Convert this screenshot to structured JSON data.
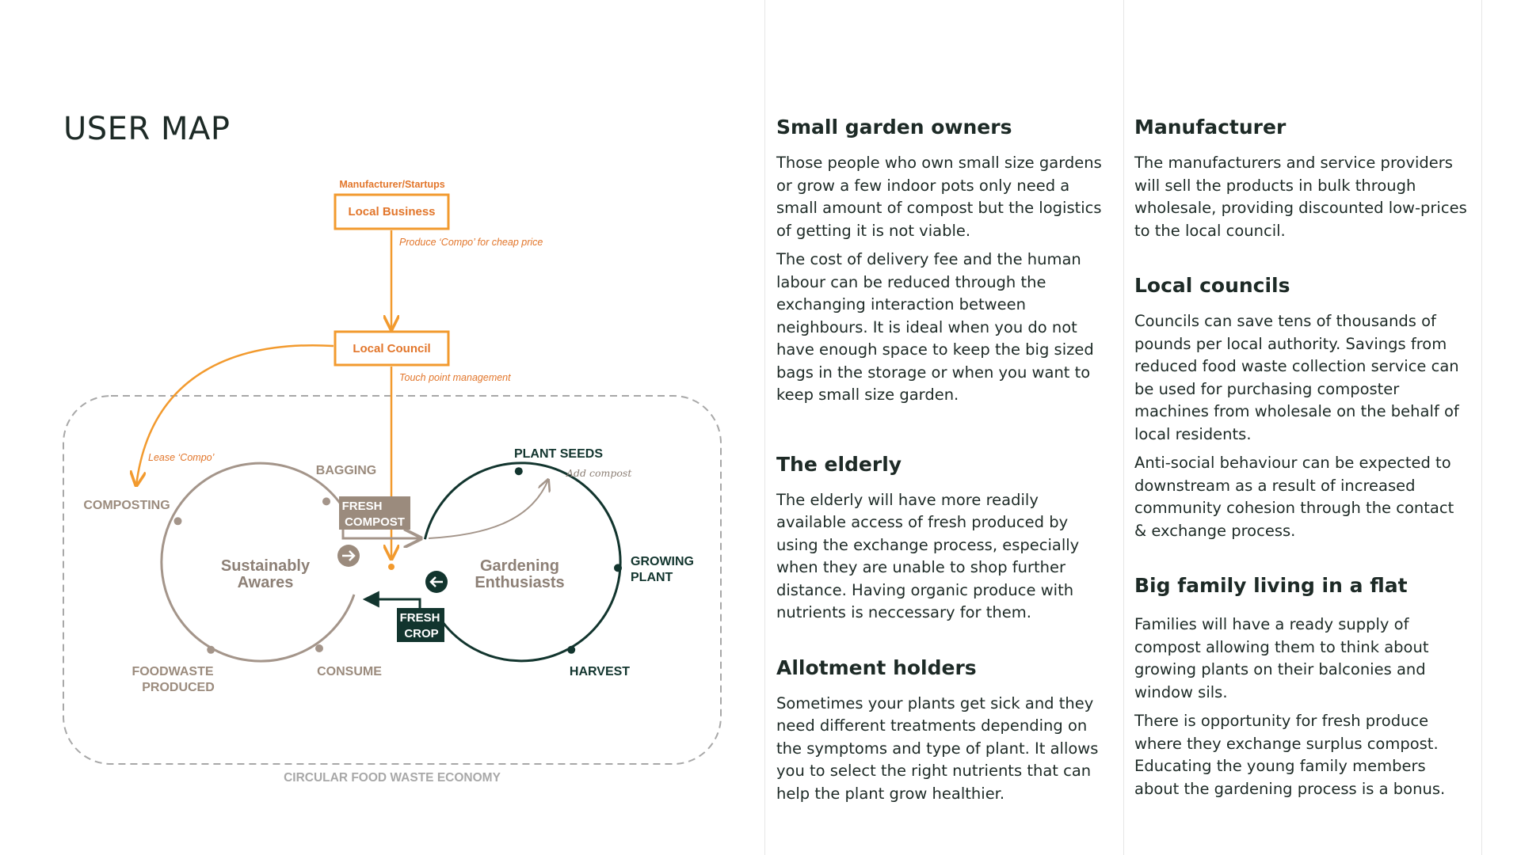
{
  "page": {
    "title": "USER MAP"
  },
  "diagram": {
    "top_label": "Manufacturer/Startups",
    "local_business": "Local Business",
    "produce_note": "Produce ‘Compo’ for cheap price",
    "local_council": "Local Council",
    "touchpoint_note": "Touch point management",
    "lease_note": "Lease ‘Compo’",
    "add_compost_note": "Add compost",
    "left_cycle": {
      "center_line1": "Sustainably",
      "center_line2": "Awares",
      "bagging": "BAGGING",
      "composting": "COMPOSTING",
      "foodwaste_line1": "FOODWASTE",
      "foodwaste_line2": "PRODUCED",
      "consume": "CONSUME"
    },
    "right_cycle": {
      "center_line1": "Gardening",
      "center_line2": "Enthusiasts",
      "plant_seeds": "PLANT SEEDS",
      "growing_line1": "GROWING",
      "growing_line2": "PLANT",
      "harvest": "HARVEST"
    },
    "fresh_compost_line1": "FRESH",
    "fresh_compost_line2": "COMPOST",
    "fresh_crop_line1": "FRESH",
    "fresh_crop_line2": "CROP",
    "economy_label": "CIRCULAR FOOD WASTE ECONOMY",
    "colors": {
      "orange": "#f29a2e",
      "orange_text": "#e2762b",
      "brown": "#9b8b7d",
      "green": "#12352e",
      "dash": "#a8a8a8"
    }
  },
  "middle_column": [
    {
      "heading": "Small garden owners",
      "paragraphs": [
        "Those people who own small size gardens or grow a few indoor pots only need a small amount of compost but the logistics of getting it is not viable.",
        "The cost of delivery fee and the human labour can be reduced through the exchanging interaction between neighbours. It is ideal when you do not have enough space to keep the big sized bags in the storage or when you want to keep small size garden."
      ]
    },
    {
      "heading": "The elderly",
      "paragraphs": [
        "The elderly will have more readily available access of fresh produced by using the exchange process, especially when they are unable to shop further distance. Having organic produce with nutrients is neccessary for them."
      ]
    },
    {
      "heading": "Allotment holders",
      "paragraphs": [
        "Sometimes your plants get sick and they need different treatments depending on the symptoms and type of plant. It allows you to select the right nutrients that can help the plant grow healthier."
      ]
    }
  ],
  "right_column": [
    {
      "heading": "Manufacturer",
      "paragraphs": [
        "The manufacturers and service providers will sell the products in bulk through wholesale, providing discounted low-prices to the local council."
      ]
    },
    {
      "heading": "Local councils",
      "paragraphs": [
        "Councils can save tens of thousands of pounds per local authority. Savings from reduced food waste collection service can be used for purchasing composter machines from wholesale on the behalf of local residents.",
        "Anti-social behaviour can be expected to downstream as a result of increased community cohesion through the contact & exchange process."
      ]
    },
    {
      "heading": "Big family living in a flat",
      "paragraphs": [
        "Families will have a ready supply of compost allowing them to think about growing plants on their balconies and window sils.",
        "There is opportunity for fresh produce where they exchange surplus compost. Educating the young family members about the gardening process is a bonus."
      ]
    }
  ]
}
